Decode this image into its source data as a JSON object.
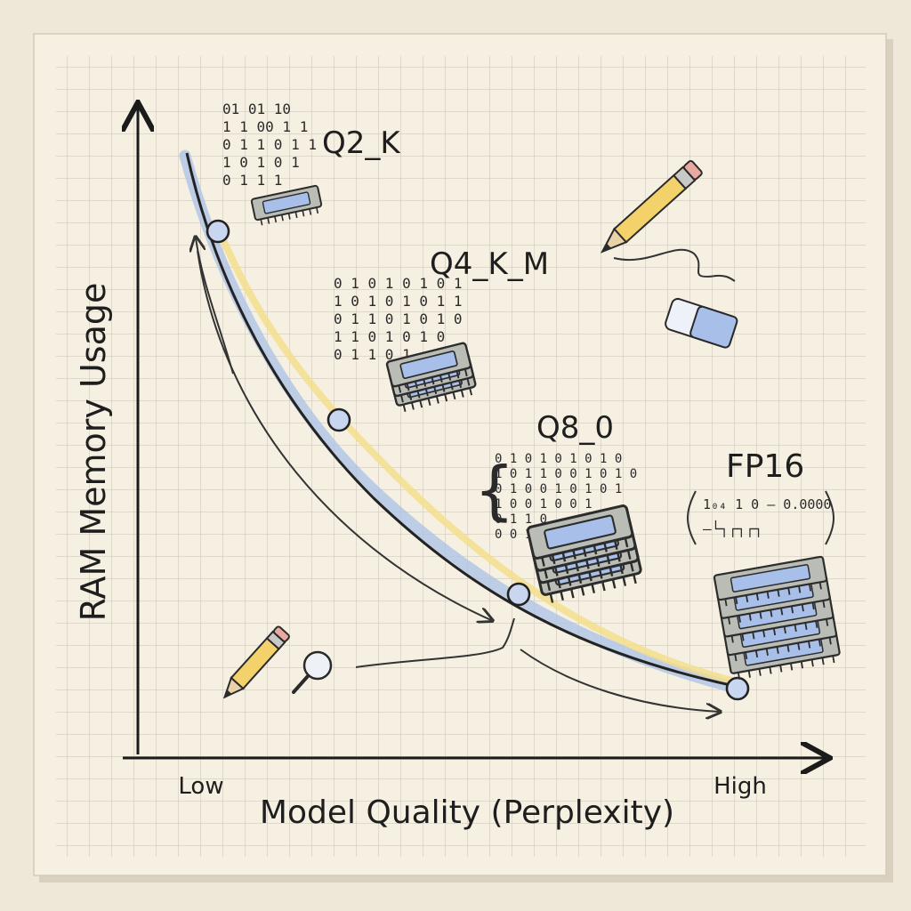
{
  "axes": {
    "y_label": "RAM Memory Usage",
    "x_label": "Model Quality (Perplexity)",
    "x_low": "Low",
    "x_high": "High"
  },
  "points": [
    {
      "name": "Q2_K"
    },
    {
      "name": "Q4_K_M"
    },
    {
      "name": "Q8_0"
    },
    {
      "name": "FP16"
    }
  ],
  "binary": {
    "q2k": [
      "01 01 10",
      "1 1 00 1 1",
      "0 1 1 0 1 1",
      "1 0 1 0 1",
      "0 1 1 1"
    ],
    "q4km": [
      "0 1 0 1 0 1 0 1",
      "1 0 1 0 1 0 1 1",
      "0 1 1 0 1 0 1 0",
      "1 1 0 1 0 1 0",
      "0 1 1 0 1"
    ],
    "q8": [
      "0 1 0 1 0 1 0 1 0",
      "1 0 1 1 0 0 1 0 1 0",
      "0 1 0 0 1 0 1 0 1",
      "1 0 0 1 0 0 1",
      "0 1 1 0",
      "0 0 1 0"
    ],
    "fp16_top": "1₀₄ 1 0 – 0.0000",
    "fp16_wave": "–└┐┌┐┌┐"
  },
  "colors": {
    "paper": "#f6f0e2",
    "grid": "#c9c2b4",
    "curve": "#232323",
    "highlight_blue": "#a9c1e6",
    "highlight_yellow": "#f4de8a",
    "chip_body": "#b9bdb6",
    "chip_window": "#a8bfea"
  }
}
